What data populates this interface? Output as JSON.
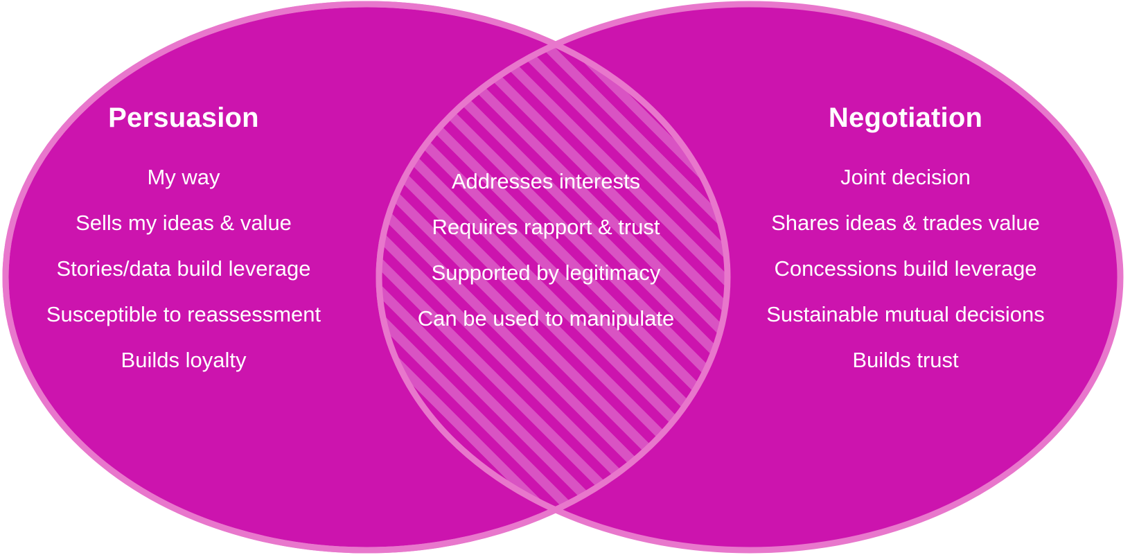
{
  "diagram": {
    "type": "venn",
    "title": "Persuasion vs Negotiation Venn Diagram",
    "background_color": "#FFFFFF",
    "fill_color": "#CC14AE",
    "stroke_color": "#E877CC",
    "stripe_color": "#D64BC2",
    "text_color": "#FFFFFF"
  },
  "left": {
    "heading": "Persuasion",
    "items": [
      "My way",
      "Sells my ideas & value",
      "Stories/data build leverage",
      "Susceptible to reassessment",
      "Builds loyalty"
    ]
  },
  "overlap": {
    "heading": "",
    "items": [
      "Addresses interests",
      "Requires rapport & trust",
      "Supported by legitimacy",
      "Can be used to manipulate"
    ]
  },
  "right": {
    "heading": "Negotiation",
    "items": [
      "Joint decision",
      "Shares ideas & trades value",
      "Concessions build leverage",
      "Sustainable mutual decisions",
      "Builds trust"
    ]
  }
}
